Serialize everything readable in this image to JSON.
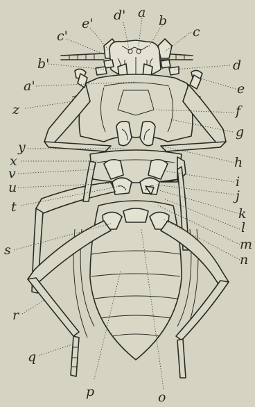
{
  "figure": {
    "labels": [
      {
        "key": "e_prime",
        "text": "e'"
      },
      {
        "key": "d_prime",
        "text": "d'"
      },
      {
        "key": "a",
        "text": "a"
      },
      {
        "key": "b",
        "text": "b"
      },
      {
        "key": "c_prime",
        "text": "c'"
      },
      {
        "key": "c",
        "text": "c"
      },
      {
        "key": "b_prime",
        "text": "b'"
      },
      {
        "key": "d",
        "text": "d"
      },
      {
        "key": "a_prime",
        "text": "a'"
      },
      {
        "key": "e",
        "text": "e"
      },
      {
        "key": "z",
        "text": "z"
      },
      {
        "key": "f",
        "text": "f"
      },
      {
        "key": "g",
        "text": "g"
      },
      {
        "key": "y",
        "text": "y"
      },
      {
        "key": "h",
        "text": "h"
      },
      {
        "key": "x",
        "text": "x"
      },
      {
        "key": "v",
        "text": "v"
      },
      {
        "key": "i",
        "text": "i"
      },
      {
        "key": "j",
        "text": "j"
      },
      {
        "key": "u",
        "text": "u"
      },
      {
        "key": "k",
        "text": "k"
      },
      {
        "key": "t",
        "text": "t"
      },
      {
        "key": "l",
        "text": "l"
      },
      {
        "key": "m",
        "text": "m"
      },
      {
        "key": "s",
        "text": "s"
      },
      {
        "key": "n",
        "text": "n"
      },
      {
        "key": "r",
        "text": "r"
      },
      {
        "key": "q",
        "text": "q"
      },
      {
        "key": "p",
        "text": "p"
      },
      {
        "key": "o",
        "text": "o"
      }
    ]
  }
}
